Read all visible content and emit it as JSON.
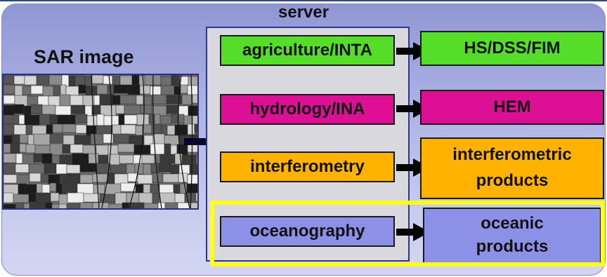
{
  "labels": {
    "sar_image": "SAR image",
    "server": "server"
  },
  "modules": [
    {
      "name": "agriculture/INTA",
      "color": "#55dd2a"
    },
    {
      "name": "hydrology/INA",
      "color": "#dd0f94"
    },
    {
      "name": "interferometry",
      "color": "#ffb300"
    },
    {
      "name": "oceanography",
      "color": "#8c90e6"
    }
  ],
  "products": [
    {
      "name": "HS/DSS/FIM",
      "color": "#55dd2a"
    },
    {
      "name": "HEM",
      "color": "#dd0f94"
    },
    {
      "lines": [
        "interferometric",
        "products"
      ],
      "color": "#ffb300"
    },
    {
      "lines": [
        "oceanic",
        "products"
      ],
      "color": "#8c90e6"
    }
  ],
  "highlight_color": "#ffff1a"
}
